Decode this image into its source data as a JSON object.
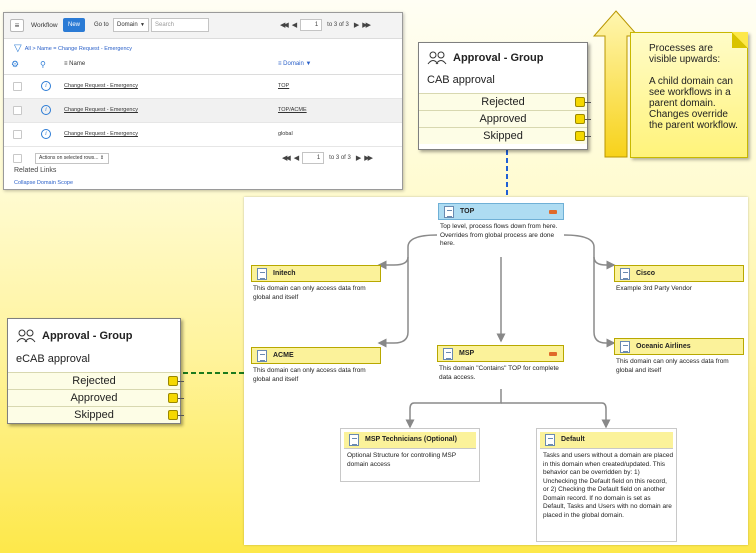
{
  "list_view": {
    "title": "Workflow",
    "new_label": "New",
    "goto_label": "Go to",
    "goto_field": "Domain",
    "search_placeholder": "Search",
    "page_value": "1",
    "page_count": "to 3 of 3",
    "breadcrumb": "All > Name = Change Request - Emergency",
    "col_name": "Name",
    "col_domain": "Domain",
    "rows": [
      {
        "name": "Change Request - Emergency",
        "domain": "TOP"
      },
      {
        "name": "Change Request - Emergency",
        "domain": "TOP/ACME"
      },
      {
        "name": "Change Request - Emergency",
        "domain": "global"
      }
    ],
    "actions_placeholder": "Actions on selected rows...",
    "related_title": "Related Links",
    "related_link": "Collapse Domain Scope"
  },
  "approval_top": {
    "title": "Approval - Group",
    "subtitle": "CAB approval",
    "rows": [
      "Rejected",
      "Approved",
      "Skipped"
    ]
  },
  "approval_left": {
    "title": "Approval - Group",
    "subtitle": "eCAB approval",
    "rows": [
      "Rejected",
      "Approved",
      "Skipped"
    ]
  },
  "note": {
    "line1": "Processes are visible upwards:",
    "line2": "A child domain can see workflows in a parent domain. Changes override the parent workflow."
  },
  "diagram": {
    "top": {
      "title": "TOP",
      "text": "Top level, process flows down from here. Overrides from global process are done here."
    },
    "initech": {
      "title": "Initech",
      "text": "This domain can only access data from global and itself"
    },
    "cisco": {
      "title": "Cisco",
      "text": "Example 3rd Party Vendor"
    },
    "acme": {
      "title": "ACME",
      "text": "This domain can only access data from global and itself"
    },
    "msp": {
      "title": "MSP",
      "text": "This domain \"Contains\" TOP for complete data access."
    },
    "oceanic": {
      "title": "Oceanic Airlines",
      "text": "This domain can only access data from global and itself"
    },
    "msp_tech": {
      "title": "MSP Technicians (Optional)",
      "text": "Optional Structure for controlling MSP domain access"
    },
    "default": {
      "title": "Default",
      "text": "Tasks and users without a domain are placed in this domain when created/updated. This behavior can be overridden by: 1) Unchecking the Default field on this record, or 2) Checking the Default field on another Domain record. If no domain is set as Default, Tasks and Users with no domain are placed in the global domain."
    }
  },
  "colors": {
    "accent": "#2b7bd5",
    "port": "#f5d800",
    "connector_blue": "#1f5fd6",
    "connector_green": "#1c7a1c",
    "node_header": "#fbf29a",
    "top_header": "#aedcf2"
  },
  "icons": [
    "menu-icon",
    "filter-icon",
    "gear-icon",
    "search-icon",
    "info-icon",
    "people-icon",
    "document-icon",
    "collapse-icon",
    "up-arrow-icon"
  ]
}
